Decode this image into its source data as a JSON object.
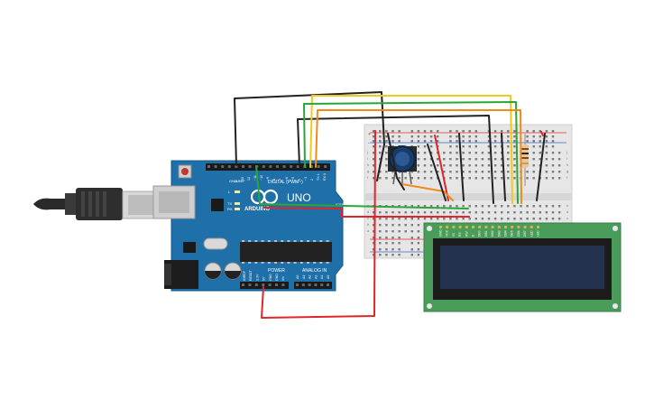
{
  "arduino": {
    "brand": "UNO",
    "logo_text": "ARDUINO",
    "digital_header": "DIGITAL (PWM~)",
    "power_header": "POWER",
    "analog_header": "ANALOG IN",
    "aref": "AREF",
    "gnd": "GND",
    "led_l": "L",
    "led_tx": "TX",
    "led_rx": "RX",
    "digital_pins": [
      "13",
      "12",
      "~11",
      "~10",
      "~9",
      "8",
      "7",
      "~6",
      "~5",
      "4",
      "~3",
      "2",
      "TX 1",
      "RX 0"
    ],
    "power_pins": [
      "IOREF",
      "RESET",
      "3.3V",
      "5V",
      "GND",
      "GND",
      "Vin"
    ],
    "analog_pins": [
      "A0",
      "A1",
      "A2",
      "A3",
      "A4",
      "A5"
    ],
    "icsp": "ICSP"
  },
  "breadboard": {
    "row_letters_top": [
      "j",
      "i",
      "h",
      "g",
      "f"
    ],
    "row_letters_bottom": [
      "e",
      "d",
      "c",
      "b",
      "a"
    ],
    "rail_plus": "+",
    "rail_minus": "-"
  },
  "lcd": {
    "pin_labels": [
      "GND",
      "VCC",
      "V0",
      "RS",
      "RW",
      "E",
      "DB0",
      "DB1",
      "DB2",
      "DB3",
      "DB4",
      "DB5",
      "DB6",
      "DB7",
      "LED",
      "LED"
    ]
  },
  "colors": {
    "board_blue": "#1f6fa8",
    "breadboard": "#e6e6e6",
    "lcd_pcb": "#4a9c5a",
    "lcd_screen": "#25324f",
    "wire_black": "#222222",
    "wire_red": "#e0262a",
    "wire_green": "#2aa63a",
    "wire_yellow": "#f2c81d",
    "wire_orange": "#f08a1a"
  }
}
